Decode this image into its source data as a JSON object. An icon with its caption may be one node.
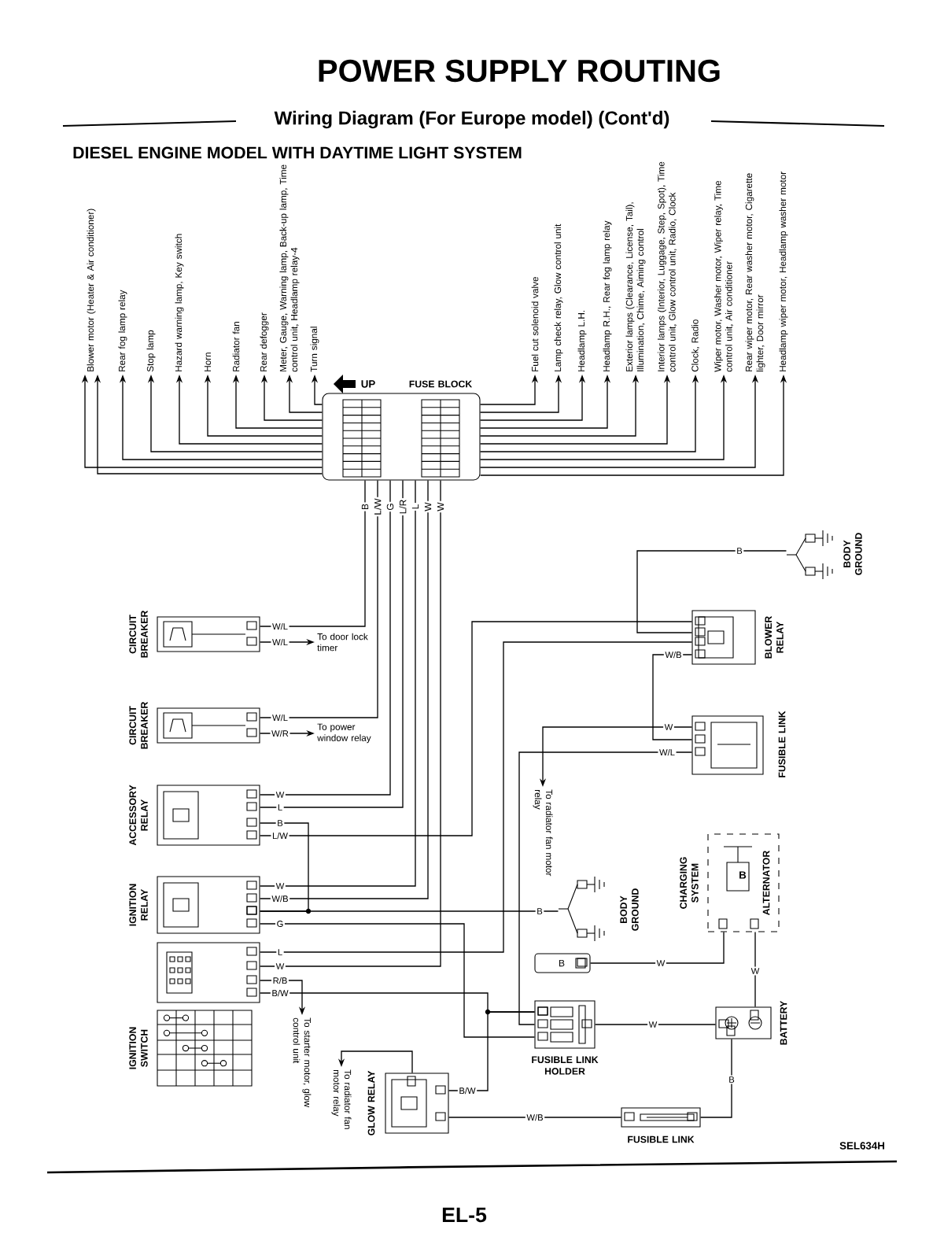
{
  "diagram": {
    "title": "POWER SUPPLY ROUTING",
    "nodes": [
      {
        "text": [
          "FUSE BLOCK"
        ]
      },
      {
        "text": [
          "Blower motor (Heater & Air conditioner)"
        ]
      },
      {
        "text": [
          "Rear fog lamp relay"
        ]
      },
      {
        "text": [
          "Stop lamp"
        ]
      },
      {
        "text": [
          "Hazard warning lamp, Key switch"
        ]
      },
      {
        "text": [
          "Horn"
        ]
      },
      {
        "text": [
          "Radiator fan"
        ]
      },
      {
        "text": [
          "Rear defogger"
        ]
      },
      {
        "text": [
          "Meter, Gauge, Warning lamp, Back-up lamp, Time control unit, Headlamp relay-4"
        ]
      },
      {
        "text": [
          "Turn signal"
        ]
      },
      {
        "text": [
          "Fuel cut solenoid valve"
        ]
      },
      {
        "text": [
          "Lamp check relay, Glow control unit"
        ]
      },
      {
        "text": [
          "Headlamp L.H."
        ]
      },
      {
        "text": [
          "Headlamp R.H., Rear fog lamp relay"
        ]
      },
      {
        "text": [
          "Exterior lamps (Clearance, License, Tail), Illumination, Chime, Aiming control"
        ]
      },
      {
        "text": [
          "Interior lamps (Interior, Luggage, Step, Spot), Time control unit, Glow control unit, Radio, Clock"
        ]
      },
      {
        "text": [
          "Clock, Radio"
        ]
      },
      {
        "text": [
          "Wiper motor, Washer motor, Wiper relay, Time control unit, Air conditioner"
        ]
      },
      {
        "text": [
          "Rear wiper motor, Rear washer motor, Cigarette lighter, Door mirror"
        ]
      },
      {
        "text": [
          "Headlamp wiper motor, Headlamp washer motor"
        ]
      },
      {
        "text": [
          "CIRCUIT BREAKER"
        ]
      },
      {
        "text": [
          "CIRCUIT BREAKER"
        ]
      },
      {
        "text": [
          "ACCESSORY RELAY"
        ]
      },
      {
        "text": [
          "IGNITION RELAY"
        ]
      },
      {
        "text": [
          "IGNITION SWITCH"
        ]
      },
      {
        "text": [
          "To door lock timer"
        ]
      },
      {
        "text": [
          "To power window relay"
        ]
      },
      {
        "text": [
          "To starter motor, glow control unit"
        ]
      },
      {
        "text": [
          "To radiator fan motor relay"
        ]
      },
      {
        "text": [
          "To radiator fan motor relay"
        ]
      },
      {
        "text": [
          "GLOW RELAY"
        ]
      },
      {
        "text": [
          "BLOWER RELAY"
        ]
      },
      {
        "text": [
          "BODY GROUND"
        ]
      },
      {
        "text": [
          "FUSIBLE LINK"
        ]
      },
      {
        "text": [
          "CHARGING SYSTEM",
          "ALTERNATOR"
        ]
      },
      {
        "text": [
          "BODY GROUND"
        ]
      },
      {
        "text": [],
        "shape": "box"
      },
      {
        "text": [
          "FUSIBLE LINK HOLDER"
        ]
      },
      {
        "text": [
          "BATTERY"
        ]
      },
      {
        "text": [
          "FUSIBLE LINK"
        ]
      }
    ],
    "edges": [
      {
        "from": 0,
        "to": 1,
        "arrow": "to"
      },
      {
        "from": 0,
        "to": 1,
        "arrow": "to"
      },
      {
        "from": 0,
        "to": 2,
        "arrow": "to"
      },
      {
        "from": 0,
        "to": 3,
        "arrow": "to"
      },
      {
        "from": 0,
        "to": 4,
        "arrow": "to"
      },
      {
        "from": 0,
        "to": 5,
        "arrow": "to"
      },
      {
        "from": 0,
        "to": 6,
        "arrow": "to"
      },
      {
        "from": 0,
        "to": 7,
        "arrow": "to"
      },
      {
        "from": 0,
        "to": 8,
        "arrow": "to"
      },
      {
        "from": 0,
        "to": 9,
        "arrow": "to"
      },
      {
        "from": 0,
        "to": 10,
        "arrow": "to"
      },
      {
        "from": 0,
        "to": 11,
        "arrow": "to"
      },
      {
        "from": 0,
        "to": 12,
        "arrow": "to"
      },
      {
        "from": 0,
        "to": 13,
        "arrow": "to"
      },
      {
        "from": 0,
        "to": 14,
        "arrow": "to"
      },
      {
        "from": 0,
        "to": 15,
        "arrow": "to"
      },
      {
        "from": 0,
        "to": 16,
        "arrow": "to"
      },
      {
        "from": 0,
        "to": 17,
        "arrow": "to"
      },
      {
        "from": 0,
        "to": 18,
        "arrow": "to"
      },
      {
        "from": 0,
        "to": 19,
        "arrow": "to"
      },
      {
        "from": 0,
        "to": 20,
        "arrow": "none",
        "label": "W/L"
      },
      {
        "from": 0,
        "to": 21,
        "arrow": "none",
        "label": "W/L"
      },
      {
        "from": 0,
        "to": 22,
        "arrow": "none",
        "label": "W"
      },
      {
        "from": 0,
        "to": 22,
        "arrow": "none",
        "label": "L"
      },
      {
        "from": 0,
        "to": 23,
        "arrow": "none",
        "label": "W"
      },
      {
        "from": 0,
        "to": 23,
        "arrow": "none",
        "label": "W/B"
      },
      {
        "from": 0,
        "to": 24,
        "arrow": "none",
        "label": "W"
      },
      {
        "from": 20,
        "to": 25,
        "arrow": "to",
        "label": "W/L"
      },
      {
        "from": 21,
        "to": 26,
        "arrow": "to",
        "label": "W/R"
      },
      {
        "from": 22,
        "to": 23,
        "arrow": "none",
        "label": "B"
      },
      {
        "from": 22,
        "to": 31,
        "arrow": "none",
        "label": "L/W"
      },
      {
        "from": 24,
        "to": 31,
        "arrow": "none",
        "label": "L"
      },
      {
        "from": 24,
        "to": 27,
        "arrow": "to",
        "label": "R/B"
      },
      {
        "from": 24,
        "to": 37,
        "arrow": "none",
        "label": "B/W"
      },
      {
        "from": 23,
        "to": 37,
        "arrow": "none",
        "label": "G"
      },
      {
        "from": 33,
        "to": 37,
        "arrow": "none",
        "label": "W/L"
      },
      {
        "from": 33,
        "to": 28,
        "arrow": "to",
        "label": "W"
      },
      {
        "from": 31,
        "to": 32,
        "arrow": "none",
        "label": "B"
      },
      {
        "from": 31,
        "to": 33,
        "arrow": "none",
        "label": "W/B"
      },
      {
        "from": 23,
        "to": 35,
        "arrow": "none",
        "label": "B"
      },
      {
        "from": 37,
        "to": 38,
        "arrow": "none",
        "label": "W"
      },
      {
        "from": 38,
        "to": 34,
        "arrow": "none",
        "label": "W"
      },
      {
        "from": 38,
        "to": 39,
        "arrow": "none",
        "label": "B"
      },
      {
        "from": 39,
        "to": 30,
        "arrow": "none",
        "label": "W/B"
      },
      {
        "from": 30,
        "to": 37,
        "arrow": "none",
        "label": "B/W"
      },
      {
        "from": 30,
        "to": 29,
        "arrow": "to"
      },
      {
        "from": 36,
        "to": 34,
        "arrow": "none",
        "label": "W"
      }
    ],
    "labels": [
      "Wiring Diagram (For Europe model) (Cont'd)",
      "DIESEL ENGINE MODEL WITH DAYTIME LIGHT SYSTEM",
      "UP",
      "B",
      "L/W",
      "G",
      "L/R",
      "L",
      "W",
      "W",
      "B",
      "B",
      "SEL634H",
      "EL-5"
    ]
  }
}
